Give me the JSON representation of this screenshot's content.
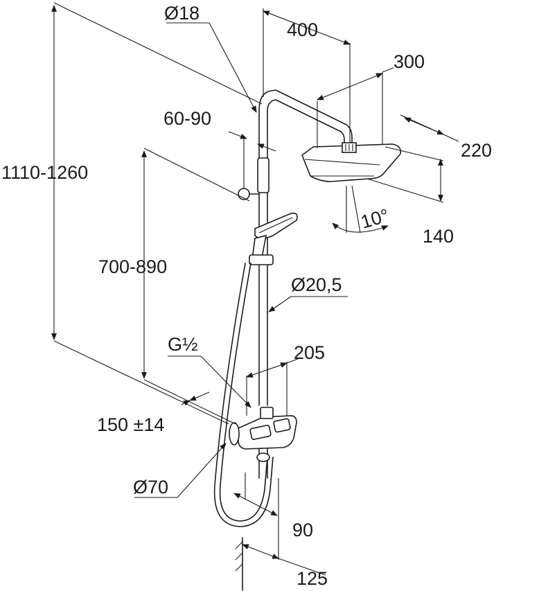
{
  "dimensions": {
    "d_pipe_top": "Ø18",
    "width_400": "400",
    "width_300": "300",
    "height_range_total": "1110-1260",
    "bracket_range": "60-90",
    "depth_220": "220",
    "head_height_140": "140",
    "tilt_angle": "10°",
    "slide_range": "700-890",
    "d_pipe_main": "Ø20,5",
    "thread": "G½",
    "width_205": "205",
    "offset_150": "150 ±14",
    "d_escutcheon": "Ø70",
    "depth_90": "90",
    "depth_125": "125"
  },
  "colors": {
    "line": "#1a1a1a",
    "background": "#ffffff"
  }
}
